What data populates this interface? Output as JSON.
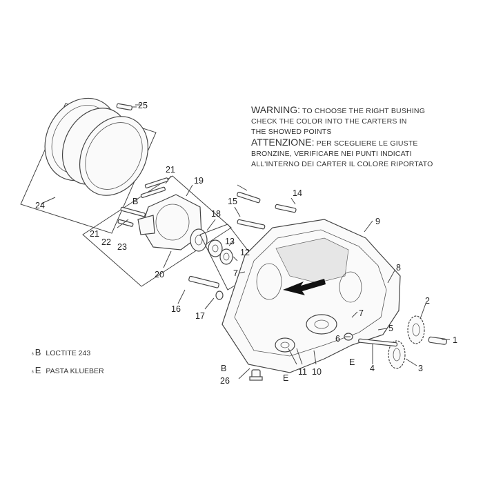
{
  "warning": {
    "en_heading": "WARNING:",
    "en_line1": "TO CHOOSE THE RIGHT BUSHING",
    "en_line2": "CHECK THE COLOR INTO THE CARTERS IN",
    "en_line3": "THE SHOWED POINTS",
    "it_heading": "ATTENZIONE:",
    "it_line1": "PER SCEGLIERE LE GIUSTE",
    "it_line2": "BRONZINE, VERIFICARE NEI PUNTI INDICATI",
    "it_line3": "ALL'INTERNO DEI CARTER IL COLORE RIPORTATO"
  },
  "legend": [
    {
      "symbol": "♁",
      "code": "B",
      "text": "LOCTITE 243"
    },
    {
      "symbol": "♁",
      "code": "E",
      "text": "PASTA KLUEBER"
    }
  ],
  "callouts": {
    "n1": "1",
    "n2": "2",
    "n3": "3",
    "n4": "4",
    "n5": "5",
    "n6": "6",
    "n7a": "7",
    "n7b": "7",
    "n8": "8",
    "n9": "9",
    "n10": "10",
    "n11": "11",
    "n12": "12",
    "n13": "13",
    "n14": "14",
    "n15": "15",
    "n16": "16",
    "n17": "17",
    "n18": "18",
    "n19": "19",
    "n20": "20",
    "n21a": "21",
    "n21b": "21",
    "n22": "22",
    "n23": "23",
    "n24": "24",
    "n25": "25",
    "n26": "26"
  },
  "markers": {
    "b1": "B",
    "b2": "B",
    "e1": "E",
    "e2": "E"
  }
}
